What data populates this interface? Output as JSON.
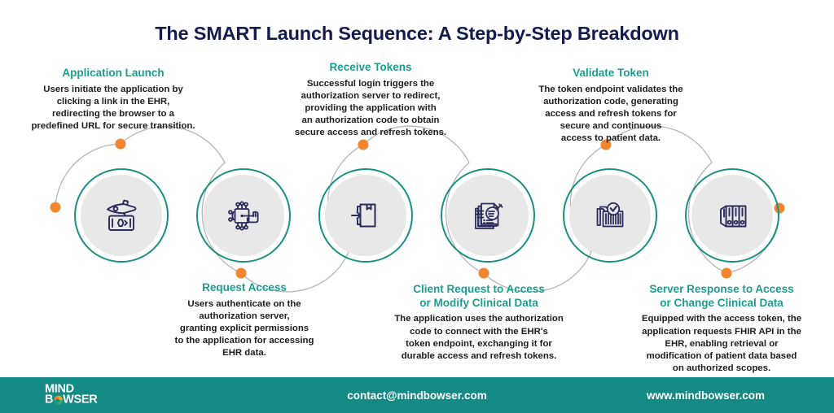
{
  "title": "The SMART Launch Sequence: A Step-by-Step Breakdown",
  "colors": {
    "title": "#141b4d",
    "heading": "#1a9e8f",
    "body": "#1d1d1d",
    "ring": "#1a8f86",
    "circle_fill": "#e8e8e8",
    "dot": "#f2862e",
    "connector": "#b6b6b6",
    "footer_bg": "#138a84",
    "icon_stroke": "#2b2b5e",
    "footer_text": "#ffffff"
  },
  "steps": [
    {
      "id": 1,
      "heading": "Application Launch",
      "body": "Users initiate the application by\nclicking a link in the  EHR,\nredirecting the browser to a\npredefined URL for secure transition.",
      "icon": "rocket-launch-icon",
      "position": "above"
    },
    {
      "id": 2,
      "heading": "Request Access",
      "body": "Users authenticate on the\nauthorization server,\ngranting explicit permissions\nto the application for accessing\nEHR data.",
      "icon": "chip-hand-touch-icon",
      "position": "below"
    },
    {
      "id": 3,
      "heading": "Receive Tokens",
      "body": "Successful login triggers the\nauthorization server to redirect,\nproviding the application with\nan authorization code to obtain\nsecure access and refresh tokens.",
      "icon": "arrow-into-box-icon",
      "position": "above"
    },
    {
      "id": 4,
      "heading": "Client Request to Access\nor Modify Clinical Data",
      "body": "The application uses the authorization\ncode to connect with the EHR's\ntoken endpoint, exchanging it for\ndurable access and refresh tokens.",
      "icon": "documents-magnifier-icon",
      "position": "below"
    },
    {
      "id": 5,
      "heading": "Validate Token",
      "body": "The token endpoint validates the\nauthorization code, generating\naccess and refresh tokens for\nsecure and continuous\naccess to patient data.",
      "icon": "documents-check-icon",
      "position": "above"
    },
    {
      "id": 6,
      "heading": "Server Response to  Access\nor  Change Clinical Data",
      "body": "Equipped with the access token, the\napplication requests FHIR API in the\nEHR, enabling retrieval or\nmodification of patient data based\non authorized scopes.",
      "icon": "archive-binders-icon",
      "position": "below"
    }
  ],
  "footer": {
    "logo_line1": "MIND",
    "logo_b": "B",
    "logo_rest": "WSER",
    "email": "contact@mindbowser.com",
    "website": "www.mindbowser.com"
  }
}
